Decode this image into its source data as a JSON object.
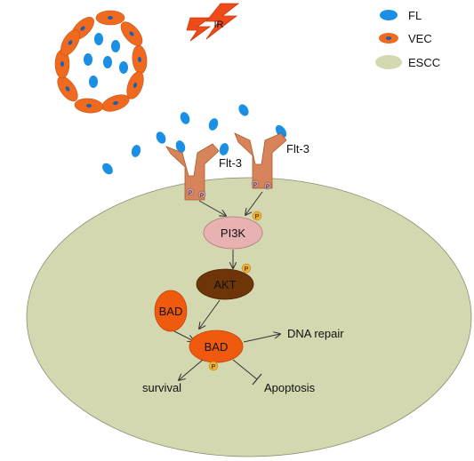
{
  "legend": {
    "fl": "FL",
    "vec": "VEC",
    "escc": "ESCC"
  },
  "radiation_label": "IR",
  "receptors": {
    "left": "Flt-3",
    "right": "Flt-3"
  },
  "nodes": {
    "pi3k": "PI3K",
    "akt": "AKT",
    "bad_inactive": "BAD",
    "bad_active": "BAD"
  },
  "phospho_mark": "P",
  "outcomes": {
    "dna_repair": "DNA repair",
    "survival": "survival",
    "apoptosis": "Apoptosis"
  },
  "colors": {
    "fl": "#1a8fe3",
    "vec": "#ef6a1f",
    "escc": "#d3d8b0",
    "receptor": "#d8845a",
    "pi3k": "#e8b2b2",
    "akt": "#6e3508",
    "bad": "#f05a0f",
    "phospho": "#f0b034",
    "lightning": "#ee4a1a"
  }
}
